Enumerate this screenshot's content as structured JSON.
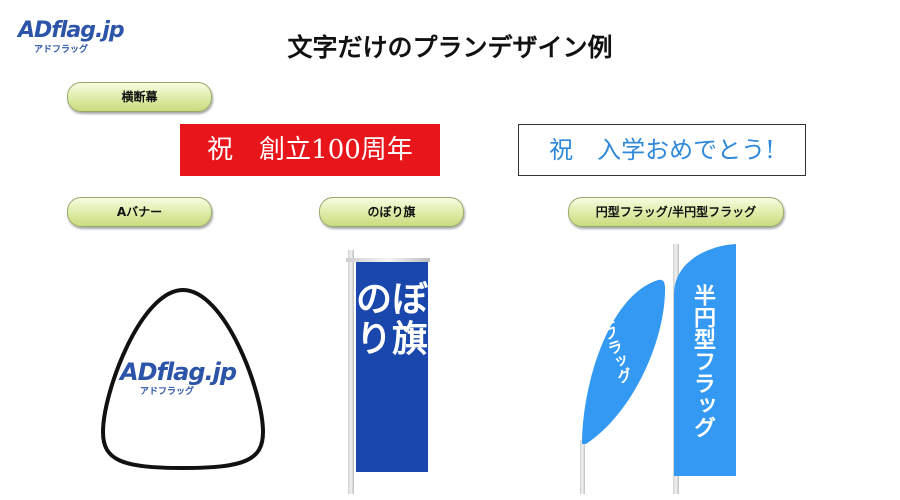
{
  "logo": {
    "main": "ADflag.jp",
    "sub": "アドフラッグ"
  },
  "page_title": "文字だけのプランデザイン例",
  "sections": {
    "horizontal_banner": "横断幕",
    "a_banner": "Aバナー",
    "nobori": "のぼり旗",
    "round_flag": "円型フラッグ/半円型フラッグ"
  },
  "banners": {
    "red_text": "祝　創立100周年",
    "white_text": "祝　入学おめでとう!"
  },
  "a_banner_logo": {
    "main": "ADflag.jp",
    "sub": "アドフラッグ"
  },
  "nobori_text": "のぼり旗",
  "flags": {
    "round_text": "円型フラッグ",
    "half_round_text": "半円型フラッグ"
  },
  "colors": {
    "brand_blue": "#2c54a8",
    "banner_red": "#e8161b",
    "nobori_blue": "#1a47ac",
    "flag_blue": "#3399f3",
    "banner_text_blue": "#2f88d8"
  }
}
